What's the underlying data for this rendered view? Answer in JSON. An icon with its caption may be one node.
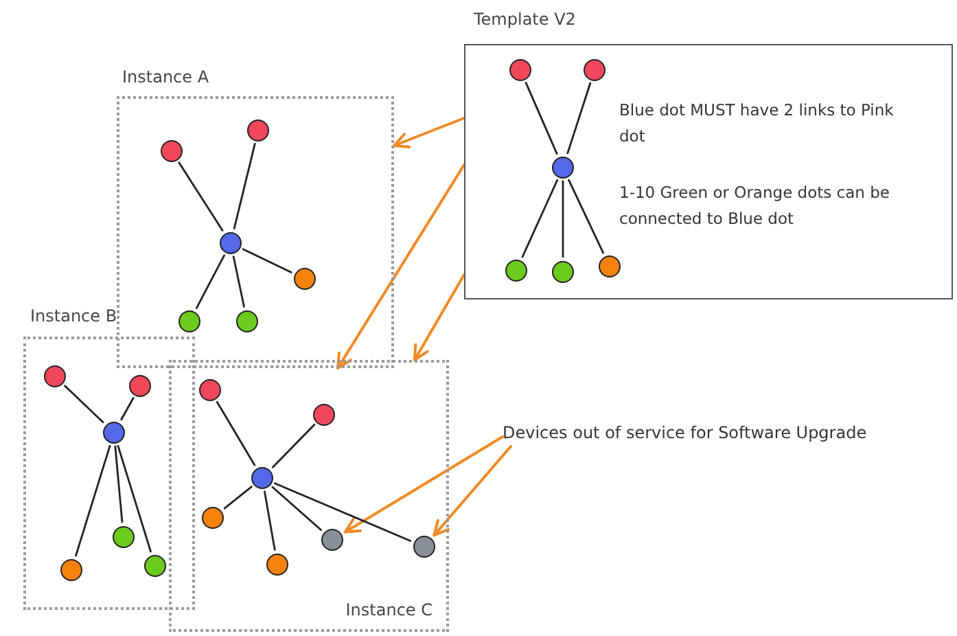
{
  "diagram": {
    "nodes": [
      {
        "text": [
          "Template V2",
          "Blue dot MUST have 2 links to Pink dot",
          "1-10 Green or Orange dots can be connected to Blue dot"
        ]
      },
      {
        "text": [],
        "shape": "circle",
        "in": 0
      },
      {
        "text": [],
        "shape": "circle",
        "in": 0
      },
      {
        "text": [],
        "shape": "circle",
        "in": 0
      },
      {
        "text": [],
        "shape": "circle",
        "in": 0
      },
      {
        "text": [],
        "shape": "circle",
        "in": 0
      },
      {
        "text": [],
        "shape": "circle",
        "in": 0
      },
      {
        "text": [
          "Instance A"
        ]
      },
      {
        "text": [],
        "shape": "circle",
        "in": 7
      },
      {
        "text": [],
        "shape": "circle",
        "in": 7
      },
      {
        "text": [],
        "shape": "circle",
        "in": 7
      },
      {
        "text": [],
        "shape": "circle",
        "in": 7
      },
      {
        "text": [],
        "shape": "circle",
        "in": 7
      },
      {
        "text": [],
        "shape": "circle",
        "in": 7
      },
      {
        "text": [
          "Instance B"
        ]
      },
      {
        "text": [],
        "shape": "circle",
        "in": 14
      },
      {
        "text": [],
        "shape": "circle",
        "in": 14
      },
      {
        "text": [],
        "shape": "circle",
        "in": 14
      },
      {
        "text": [],
        "shape": "circle",
        "in": 14
      },
      {
        "text": [],
        "shape": "circle",
        "in": 14
      },
      {
        "text": [],
        "shape": "circle",
        "in": 14
      },
      {
        "text": [
          "Instance C"
        ]
      },
      {
        "text": [],
        "shape": "circle",
        "in": 21
      },
      {
        "text": [],
        "shape": "circle",
        "in": 21
      },
      {
        "text": [],
        "shape": "circle",
        "in": 21
      },
      {
        "text": [],
        "shape": "circle",
        "in": 21
      },
      {
        "text": [],
        "shape": "circle",
        "in": 21
      },
      {
        "text": [],
        "shape": "circle",
        "in": 21
      },
      {
        "text": [],
        "shape": "circle",
        "in": 21
      },
      {
        "text": [
          "Devices out of service for Software Upgrade"
        ]
      }
    ],
    "edges": [
      {
        "from": 0,
        "to": 7,
        "arrow": "to",
        "color": "#f08a24"
      },
      {
        "from": 0,
        "to": 7,
        "arrow": "to",
        "color": "#f08a24"
      },
      {
        "from": 0,
        "to": 21,
        "arrow": "to",
        "color": "#f08a24"
      },
      {
        "from": 29,
        "to": 27,
        "arrow": "to",
        "color": "#f08a24"
      },
      {
        "from": 29,
        "to": 28,
        "arrow": "to",
        "color": "#f08a24"
      },
      {
        "from": 1,
        "to": 3,
        "arrow": "none"
      },
      {
        "from": 2,
        "to": 3,
        "arrow": "none"
      },
      {
        "from": 3,
        "to": 4,
        "arrow": "none"
      },
      {
        "from": 3,
        "to": 5,
        "arrow": "none"
      },
      {
        "from": 3,
        "to": 6,
        "arrow": "none"
      },
      {
        "from": 8,
        "to": 10,
        "arrow": "none"
      },
      {
        "from": 9,
        "to": 10,
        "arrow": "none"
      },
      {
        "from": 10,
        "to": 11,
        "arrow": "none"
      },
      {
        "from": 10,
        "to": 12,
        "arrow": "none"
      },
      {
        "from": 10,
        "to": 13,
        "arrow": "none"
      },
      {
        "from": 15,
        "to": 17,
        "arrow": "none"
      },
      {
        "from": 16,
        "to": 17,
        "arrow": "none"
      },
      {
        "from": 17,
        "to": 18,
        "arrow": "none"
      },
      {
        "from": 17,
        "to": 19,
        "arrow": "none"
      },
      {
        "from": 17,
        "to": 20,
        "arrow": "none"
      },
      {
        "from": 22,
        "to": 24,
        "arrow": "none"
      },
      {
        "from": 23,
        "to": 24,
        "arrow": "none"
      },
      {
        "from": 24,
        "to": 25,
        "arrow": "none"
      },
      {
        "from": 24,
        "to": 26,
        "arrow": "none"
      },
      {
        "from": 24,
        "to": 27,
        "arrow": "none"
      },
      {
        "from": 24,
        "to": 28,
        "arrow": "none"
      }
    ]
  }
}
